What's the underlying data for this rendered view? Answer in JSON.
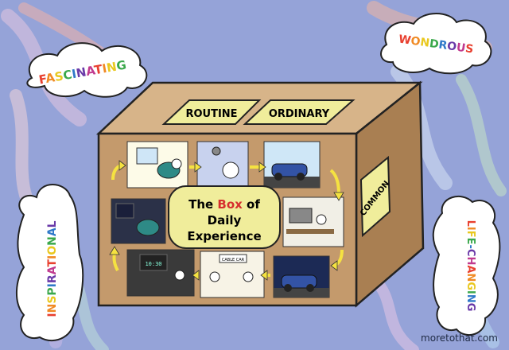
{
  "clouds": {
    "fascinating": [
      "F",
      "A",
      "S",
      "C",
      "I",
      "N",
      "A",
      "T",
      "I",
      "N",
      "G"
    ],
    "wondrous": [
      "W",
      "O",
      "N",
      "D",
      "R",
      "O",
      "U",
      "S"
    ],
    "inspirational": [
      "I",
      "N",
      "S",
      "P",
      "I",
      "R",
      "A",
      "T",
      "I",
      "O",
      "N",
      "A",
      "L"
    ],
    "life_changing": [
      "L",
      "I",
      "F",
      "E",
      "-",
      "C",
      "H",
      "A",
      "N",
      "G",
      "I",
      "N",
      "G"
    ]
  },
  "box": {
    "top_labels": {
      "routine": "ROUTINE",
      "ordinary": "ORDINARY"
    },
    "side_label": "COMMON",
    "center": {
      "line1_pre": "The ",
      "line1_box": "Box",
      "line1_post": " of",
      "line2": "Daily",
      "line3": "Experience"
    },
    "panel_cable_car_sign": "CABLE CAR"
  },
  "clock_time": "10:30",
  "credit": "moretothat.com",
  "colors": {
    "background": "#95a3d8",
    "box_front": "#c49a6c",
    "box_side": "#a97f52",
    "box_top": "#d7b489",
    "label_plate": "#f0ed9b",
    "arrow": "#f5e241",
    "box_word": "#d62e2e"
  },
  "rainbow": [
    "#e8402f",
    "#f08a24",
    "#e9c81f",
    "#3aa84b",
    "#2f79c9",
    "#6a3aa8",
    "#c03a8f"
  ]
}
